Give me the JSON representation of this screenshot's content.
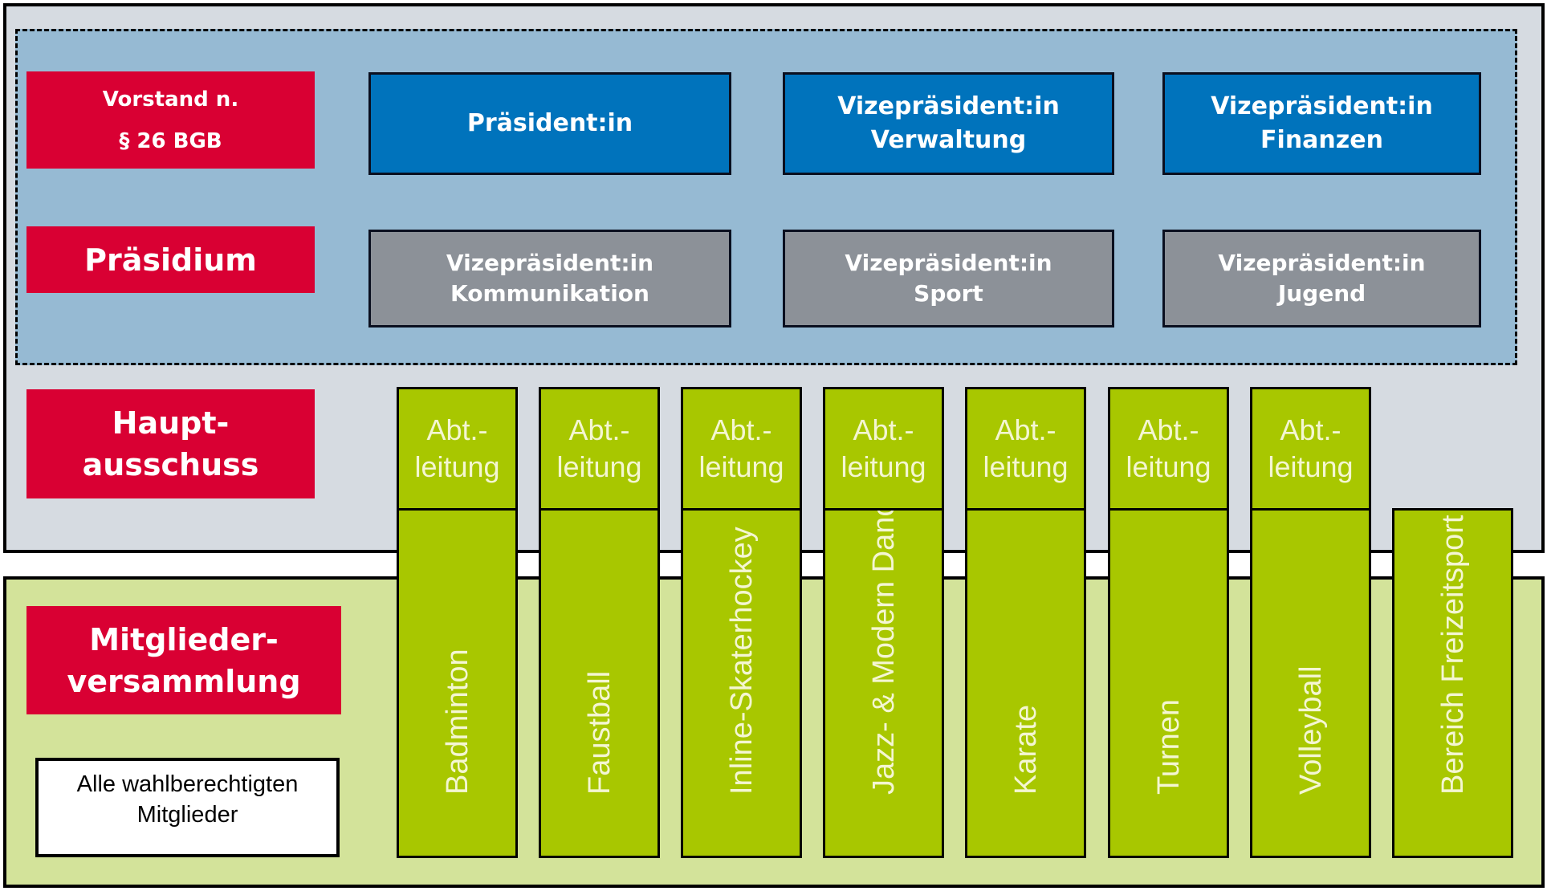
{
  "title": "Vereinsorganigramm",
  "levels": {
    "vorstand": {
      "line1": "Vorstand n.",
      "line2": "§ 26 BGB"
    },
    "praesidium": {
      "line1": "Präsidium"
    },
    "hauptausschuss": {
      "line1": "Haupt-",
      "line2": "ausschuss"
    },
    "mitgliederversammlung": {
      "line1": "Mitglieder-",
      "line2": "versammlung"
    }
  },
  "vorstand_roles": [
    {
      "line1": "Präsident:in",
      "line2": ""
    },
    {
      "line1": "Vizepräsident:in",
      "line2": "Verwaltung"
    },
    {
      "line1": "Vizepräsident:in",
      "line2": "Finanzen"
    }
  ],
  "praesidium_roles": [
    {
      "line1": "Vizepräsident:in",
      "line2": "Kommunikation"
    },
    {
      "line1": "Vizepräsident:in",
      "line2": "Sport"
    },
    {
      "line1": "Vizepräsident:in",
      "line2": "Jugend"
    }
  ],
  "department_head_label": {
    "line1": "Abt.-",
    "line2": "leitung"
  },
  "departments": [
    "Badminton",
    "Faustball",
    "Inline-Skaterhockey",
    "Jazz- & Modern Dance",
    "Karate",
    "Turnen",
    "Volleyball"
  ],
  "freizeit": "Bereich Freizeitsport",
  "members_box": {
    "line1": "Alle wahlberechtigten",
    "line2": "Mitglieder"
  },
  "colors": {
    "level_red": "#D90033",
    "vorstand_blue": "#0073BC",
    "praesidium_gray": "#8C9198",
    "department_green": "#A8C700",
    "board_area_blue": "#96BAD3",
    "upper_panel_gray": "#D6DBE1",
    "lower_panel_green": "#D3E39A"
  }
}
